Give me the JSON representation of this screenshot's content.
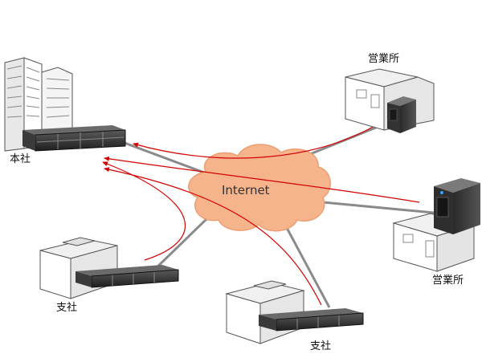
{
  "cloud": {
    "label": "Internet",
    "color": "#f6b48d",
    "edge": "#ec9e73"
  },
  "sites": [
    {
      "id": "hq",
      "label": "本社"
    },
    {
      "id": "office_top",
      "label": "営業所"
    },
    {
      "id": "office_right",
      "label": "営業所"
    },
    {
      "id": "branch_left",
      "label": "支社"
    },
    {
      "id": "branch_bottom",
      "label": "支社"
    }
  ],
  "colors": {
    "link": "#8a8a8a",
    "flow": "#d40000",
    "device": "#2e2e2e",
    "device_light": "#606060"
  }
}
